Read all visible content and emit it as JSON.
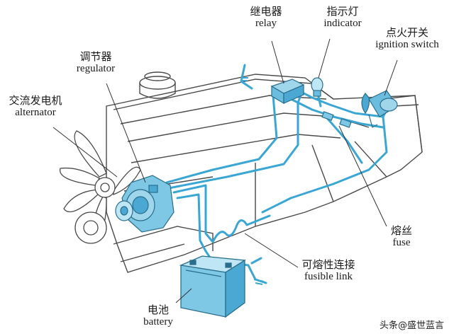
{
  "labels": {
    "relay": {
      "zh": "继电器",
      "en": "relay"
    },
    "indicator": {
      "zh": "指示灯",
      "en": "indicator"
    },
    "ignition": {
      "zh": "点火开关",
      "en": "ignition switch"
    },
    "regulator": {
      "zh": "调节器",
      "en": "regulator"
    },
    "alternator": {
      "zh": "交流发电机",
      "en": "alternator"
    },
    "fuse": {
      "zh": "熔丝",
      "en": "fuse"
    },
    "fusible_link": {
      "zh": "可熔性连接",
      "en": "fusible link"
    },
    "battery": {
      "zh": "电池",
      "en": "battery"
    }
  },
  "watermark": "头条@盛世蓝言",
  "colors": {
    "wire": "#3aa6d4",
    "component": "#7ec8e6",
    "engine": "#555555"
  }
}
